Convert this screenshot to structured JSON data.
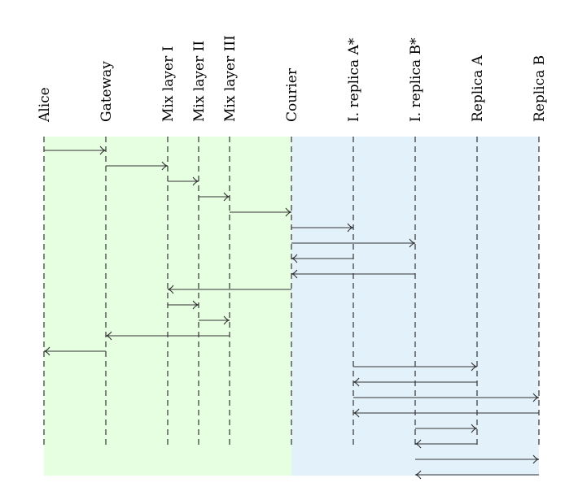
{
  "participants": [
    "Alice",
    "Gateway",
    "Mix layer I",
    "Mix layer II",
    "Mix layer III",
    "Courier",
    "I. replica A*",
    "I. replica B*",
    "Replica A",
    "Replica B"
  ],
  "regions": [
    {
      "from": 0,
      "to": 5,
      "color": "#e6ffe1"
    },
    {
      "from": 5,
      "to": 9,
      "color": "#e3f1fb"
    }
  ],
  "messages": [
    {
      "from": 0,
      "to": 1
    },
    {
      "from": 1,
      "to": 2
    },
    {
      "from": 2,
      "to": 3
    },
    {
      "from": 3,
      "to": 4
    },
    {
      "from": 4,
      "to": 5
    },
    {
      "from": 5,
      "to": 6
    },
    {
      "from": 5,
      "to": 7
    },
    {
      "from": 6,
      "to": 5
    },
    {
      "from": 7,
      "to": 5
    },
    {
      "from": 5,
      "to": 2
    },
    {
      "from": 2,
      "to": 3
    },
    {
      "from": 3,
      "to": 4
    },
    {
      "from": 4,
      "to": 1
    },
    {
      "from": 1,
      "to": 0
    },
    {
      "from": 6,
      "to": 8
    },
    {
      "from": 8,
      "to": 6
    },
    {
      "from": 6,
      "to": 9
    },
    {
      "from": 9,
      "to": 6
    },
    {
      "from": 7,
      "to": 8
    },
    {
      "from": 8,
      "to": 7
    },
    {
      "from": 7,
      "to": 9
    },
    {
      "from": 9,
      "to": 7
    }
  ]
}
